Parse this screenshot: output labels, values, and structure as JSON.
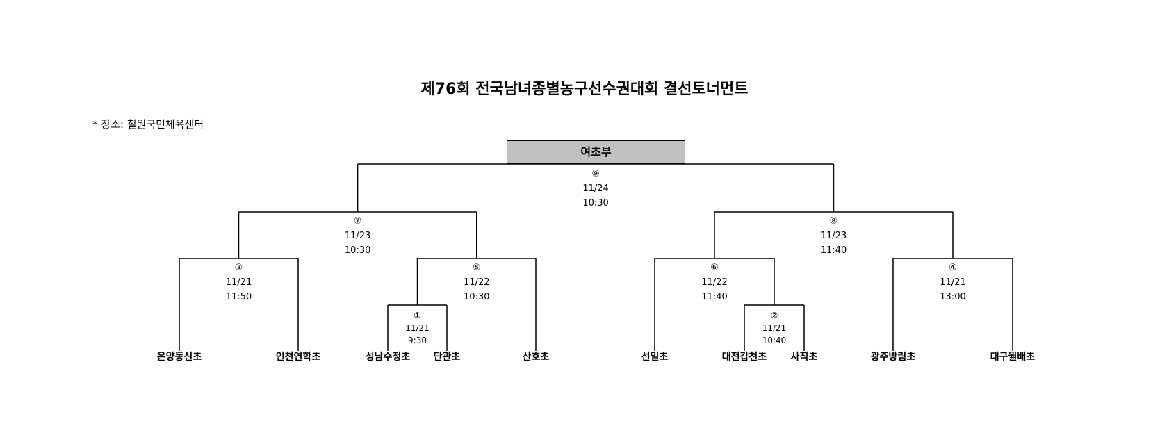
{
  "title": "제76회 전국남녀종별농구선수권대회 결선토너먼트",
  "venue": "* 장소: 철원국민체육센터",
  "division": "여초부",
  "teams": [
    {
      "id": "t1",
      "name": "온양동신초"
    },
    {
      "id": "t2",
      "name": "인천연학초"
    },
    {
      "id": "t3",
      "name": "성남수정초"
    },
    {
      "id": "t4",
      "name": "단관초"
    },
    {
      "id": "t5",
      "name": "산호초"
    },
    {
      "id": "t6",
      "name": "선일초"
    },
    {
      "id": "t7",
      "name": "대전갑천초"
    },
    {
      "id": "t8",
      "name": "사직초"
    },
    {
      "id": "t9",
      "name": "광주방림초"
    },
    {
      "id": "t10",
      "name": "대구월배초"
    }
  ],
  "matches": [
    {
      "id": "m1",
      "no": "①",
      "date": "11/21",
      "time": "9:30",
      "left": "t3",
      "right": "t4"
    },
    {
      "id": "m2",
      "no": "②",
      "date": "11/21",
      "time": "10:40",
      "left": "t7",
      "right": "t8"
    },
    {
      "id": "m3",
      "no": "③",
      "date": "11/21",
      "time": "11:50",
      "left": "t1",
      "right": "t2"
    },
    {
      "id": "m4",
      "no": "④",
      "date": "11/21",
      "time": "13:00",
      "left": "t9",
      "right": "t10"
    },
    {
      "id": "m5",
      "no": "⑤",
      "date": "11/22",
      "time": "10:30",
      "left": "m1",
      "right": "t5"
    },
    {
      "id": "m6",
      "no": "⑥",
      "date": "11/22",
      "time": "11:40",
      "left": "t6",
      "right": "m2"
    },
    {
      "id": "m7",
      "no": "⑦",
      "date": "11/23",
      "time": "10:30",
      "left": "m3",
      "right": "m5"
    },
    {
      "id": "m8",
      "no": "⑧",
      "date": "11/23",
      "time": "11:40",
      "left": "m6",
      "right": "m4"
    },
    {
      "id": "m9",
      "no": "⑨",
      "date": "11/24",
      "time": "10:30",
      "left": "m7",
      "right": "m8"
    }
  ]
}
